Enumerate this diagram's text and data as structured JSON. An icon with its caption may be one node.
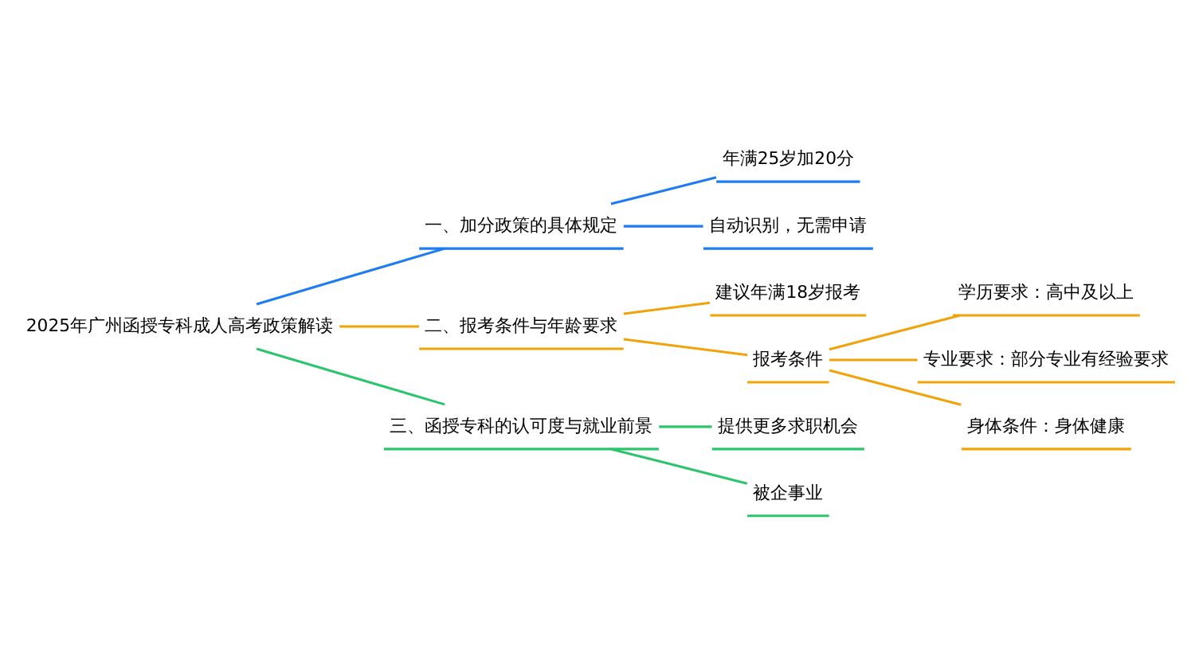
{
  "diagram": {
    "nodes": [
      {
        "text": [
          "2025年广州函授专科成人高考政策解读"
        ]
      },
      {
        "text": [
          "一、加分政策的具体规定"
        ]
      },
      {
        "text": [
          "年满25岁加20分"
        ]
      },
      {
        "text": [
          "自动识别，无需申请"
        ]
      },
      {
        "text": [
          "二、报考条件与年龄要求"
        ]
      },
      {
        "text": [
          "建议年满18岁报考"
        ]
      },
      {
        "text": [
          "报考条件"
        ]
      },
      {
        "text": [
          "学历要求：高中及以上"
        ]
      },
      {
        "text": [
          "专业要求：部分专业有经验要求"
        ]
      },
      {
        "text": [
          "身体条件：身体健康"
        ]
      },
      {
        "text": [
          "三、函授专科的认可度与就业前景"
        ]
      },
      {
        "text": [
          "提供更多求职机会"
        ]
      },
      {
        "text": [
          "被企事业"
        ]
      }
    ],
    "edges": [
      {
        "from": 0,
        "to": 1,
        "arrow": "none",
        "color": "#1e7bf0"
      },
      {
        "from": 1,
        "to": 2,
        "arrow": "none",
        "color": "#1e7bf0"
      },
      {
        "from": 1,
        "to": 3,
        "arrow": "none",
        "color": "#1e7bf0"
      },
      {
        "from": 0,
        "to": 4,
        "arrow": "none"
      },
      {
        "from": 4,
        "to": 5,
        "arrow": "none"
      },
      {
        "from": 4,
        "to": 6,
        "arrow": "none"
      },
      {
        "from": 6,
        "to": 7,
        "arrow": "none"
      },
      {
        "from": 6,
        "to": 8,
        "arrow": "none"
      },
      {
        "from": 6,
        "to": 9,
        "arrow": "none"
      },
      {
        "from": 0,
        "to": 10,
        "arrow": "none",
        "color": "#2ec46e"
      },
      {
        "from": 10,
        "to": 11,
        "arrow": "none",
        "color": "#2ec46e"
      },
      {
        "from": 10,
        "to": 12,
        "arrow": "none",
        "color": "#2ec46e"
      }
    ]
  }
}
